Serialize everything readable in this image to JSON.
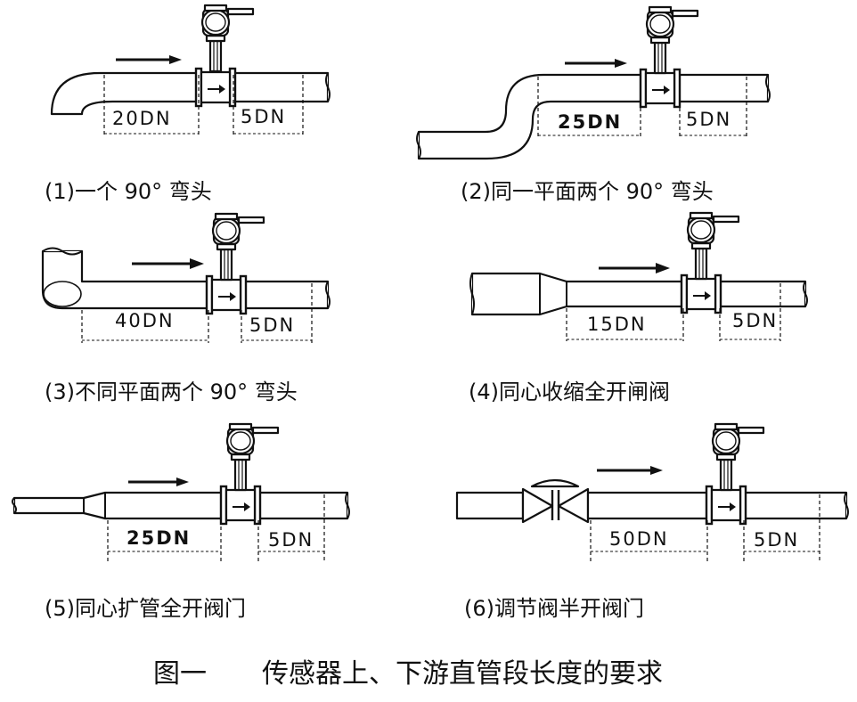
{
  "panels": [
    {
      "caption": "(1)一个 90° 弯头",
      "upstream": "20DN",
      "downstream": "5DN"
    },
    {
      "caption": "(2)同一平面两个 90° 弯头",
      "upstream": "25DN",
      "downstream": "5DN"
    },
    {
      "caption": "(3)不同平面两个 90° 弯头",
      "upstream": "40DN",
      "downstream": "5DN"
    },
    {
      "caption": "(4)同心收缩全开闸阀",
      "upstream": "15DN",
      "downstream": "5DN"
    },
    {
      "caption": "(5)同心扩管全开阀门",
      "upstream": "25DN",
      "downstream": "5DN"
    },
    {
      "caption": "(6)调节阀半开阀门",
      "upstream": "50DN",
      "downstream": "5DN"
    }
  ],
  "figure": {
    "number": "图一",
    "title": "传感器上、下游直管段长度的要求"
  }
}
